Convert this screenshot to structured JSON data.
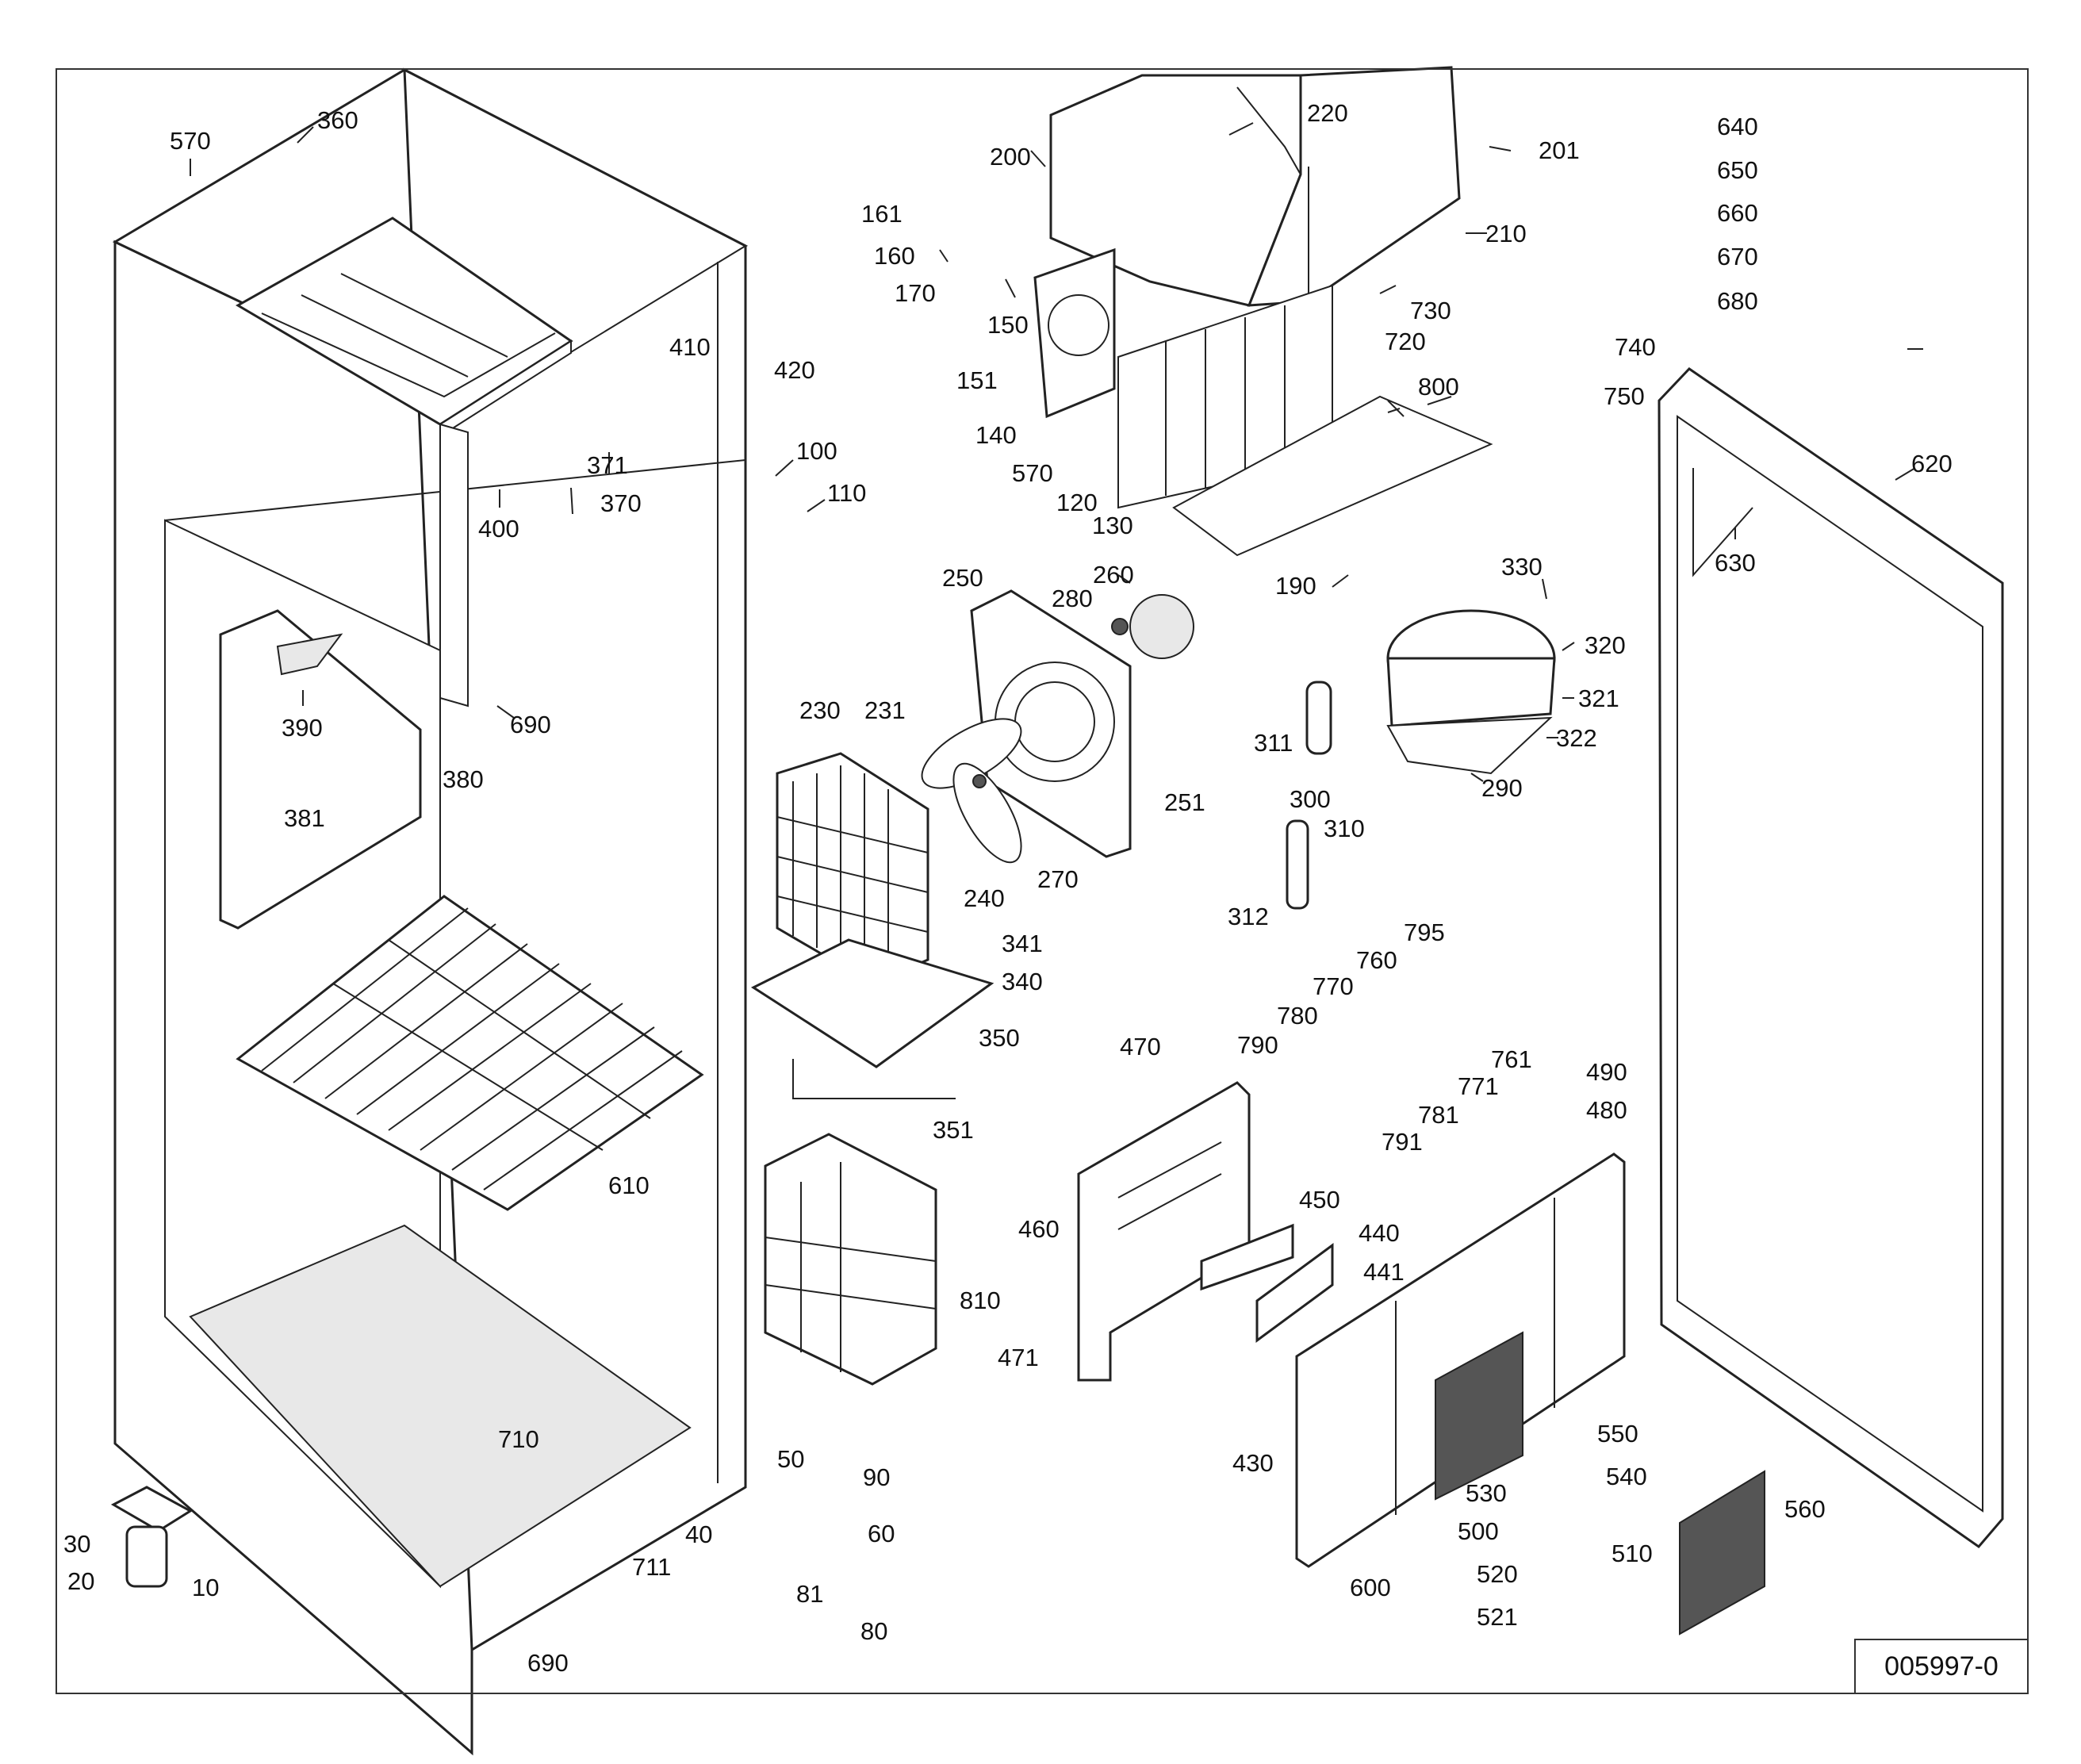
{
  "drawing_number": "005997-0",
  "labels": {
    "l10": "10",
    "l20": "20",
    "l30": "30",
    "l40": "40",
    "l50": "50",
    "l60": "60",
    "l80": "80",
    "l81": "81",
    "l90": "90",
    "l100": "100",
    "l110": "110",
    "l120": "120",
    "l130": "130",
    "l140": "140",
    "l150": "150",
    "l151": "151",
    "l160": "160",
    "l161": "161",
    "l170": "170",
    "l190": "190",
    "l200": "200",
    "l201": "201",
    "l210": "210",
    "l220": "220",
    "l230": "230",
    "l231": "231",
    "l240": "240",
    "l250": "250",
    "l251": "251",
    "l260": "260",
    "l270": "270",
    "l280": "280",
    "l290": "290",
    "l300": "300",
    "l310": "310",
    "l311": "311",
    "l312": "312",
    "l320": "320",
    "l321": "321",
    "l322": "322",
    "l330": "330",
    "l340": "340",
    "l341": "341",
    "l350": "350",
    "l351": "351",
    "l360": "360",
    "l370": "370",
    "l371": "371",
    "l380": "380",
    "l381": "381",
    "l390": "390",
    "l400": "400",
    "l410": "410",
    "l420": "420",
    "l430": "430",
    "l440": "440",
    "l441": "441",
    "l450": "450",
    "l460": "460",
    "l470": "470",
    "l471": "471",
    "l480": "480",
    "l490": "490",
    "l500": "500",
    "l510": "510",
    "l520": "520",
    "l521": "521",
    "l530": "530",
    "l540": "540",
    "l550": "550",
    "l560": "560",
    "l570a": "570",
    "l570b": "570",
    "l600": "600",
    "l610": "610",
    "l620": "620",
    "l630": "630",
    "l640": "640",
    "l650": "650",
    "l660": "660",
    "l670": "670",
    "l680": "680",
    "l690a": "690",
    "l690b": "690",
    "l710": "710",
    "l711": "711",
    "l720": "720",
    "l730": "730",
    "l740": "740",
    "l750": "750",
    "l760": "760",
    "l761": "761",
    "l770": "770",
    "l771": "771",
    "l780": "780",
    "l781": "781",
    "l790": "790",
    "l791": "791",
    "l795": "795",
    "l800": "800",
    "l810": "810"
  }
}
